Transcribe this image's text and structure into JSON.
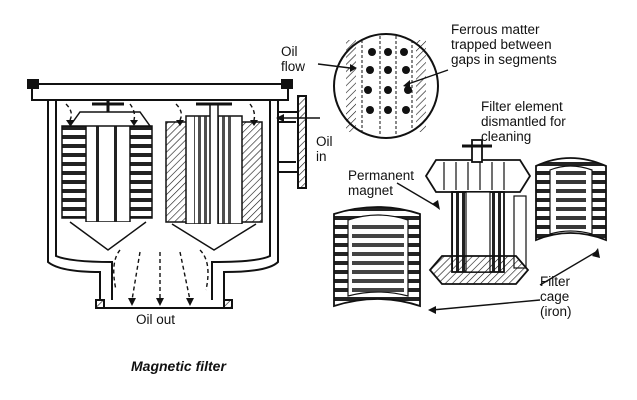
{
  "labels": {
    "oil_flow": [
      "Oil",
      "flow"
    ],
    "ferrous": [
      "Ferrous matter",
      "trapped between",
      "gaps in segments"
    ],
    "filter_element": [
      "Filter element",
      "dismantled for",
      "cleaning"
    ],
    "oil_in": [
      "Oil",
      "in"
    ],
    "permanent_magnet": [
      "Permanent",
      "magnet"
    ],
    "oil_out": "Oil out",
    "filter_cage": [
      "Filter",
      "cage",
      "(iron)"
    ]
  },
  "caption": "Magnetic filter",
  "colors": {
    "ink": "#111111",
    "shade": "#555555",
    "paper": "#ffffff"
  }
}
